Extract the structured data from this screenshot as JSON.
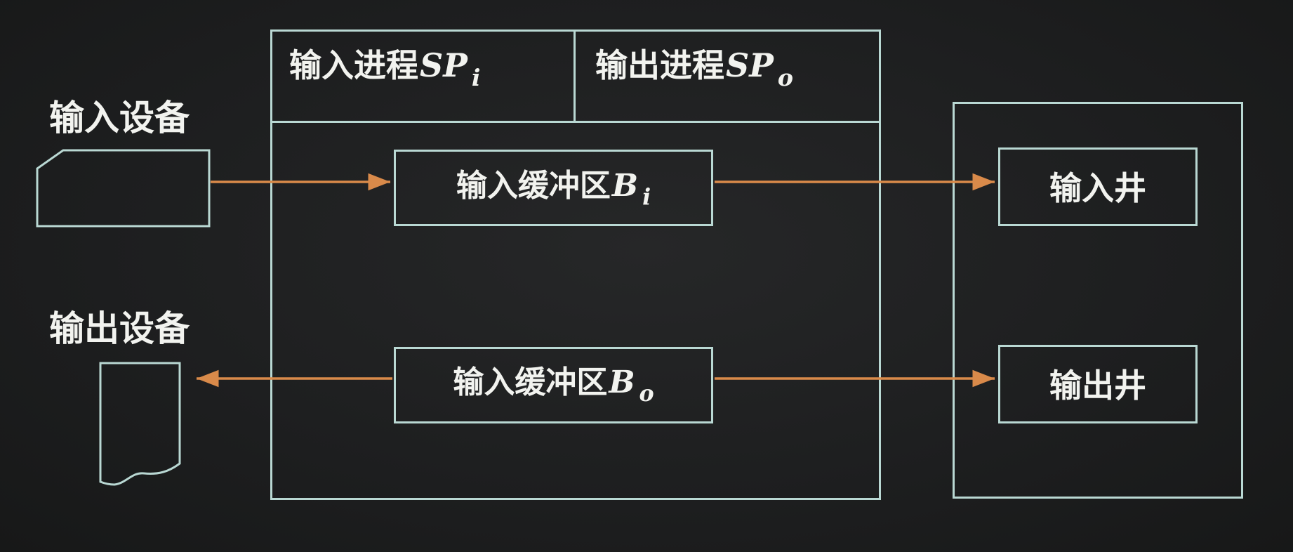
{
  "spooling_system": {
    "header": {
      "input_process": {
        "text": "输入进程",
        "symbol": "SP",
        "subscript": "i"
      },
      "output_process": {
        "text": "输出进程",
        "symbol": "SP",
        "subscript": "o"
      }
    },
    "devices": {
      "input_device": {
        "label": "输入设备"
      },
      "output_device": {
        "label": "输出设备"
      }
    },
    "buffers": {
      "input_buffer": {
        "text": "输入缓冲区",
        "symbol": "B",
        "subscript": "i"
      },
      "output_buffer": {
        "text": "输入缓冲区",
        "symbol": "B",
        "subscript": "o"
      }
    },
    "wells": {
      "input_well": {
        "label": "输入井"
      },
      "output_well": {
        "label": "输出井"
      }
    },
    "colors": {
      "background": "#1d1e1f",
      "border": "#b9d8d3",
      "arrow": "#d98a4a",
      "text": "#f2f3ef"
    }
  }
}
